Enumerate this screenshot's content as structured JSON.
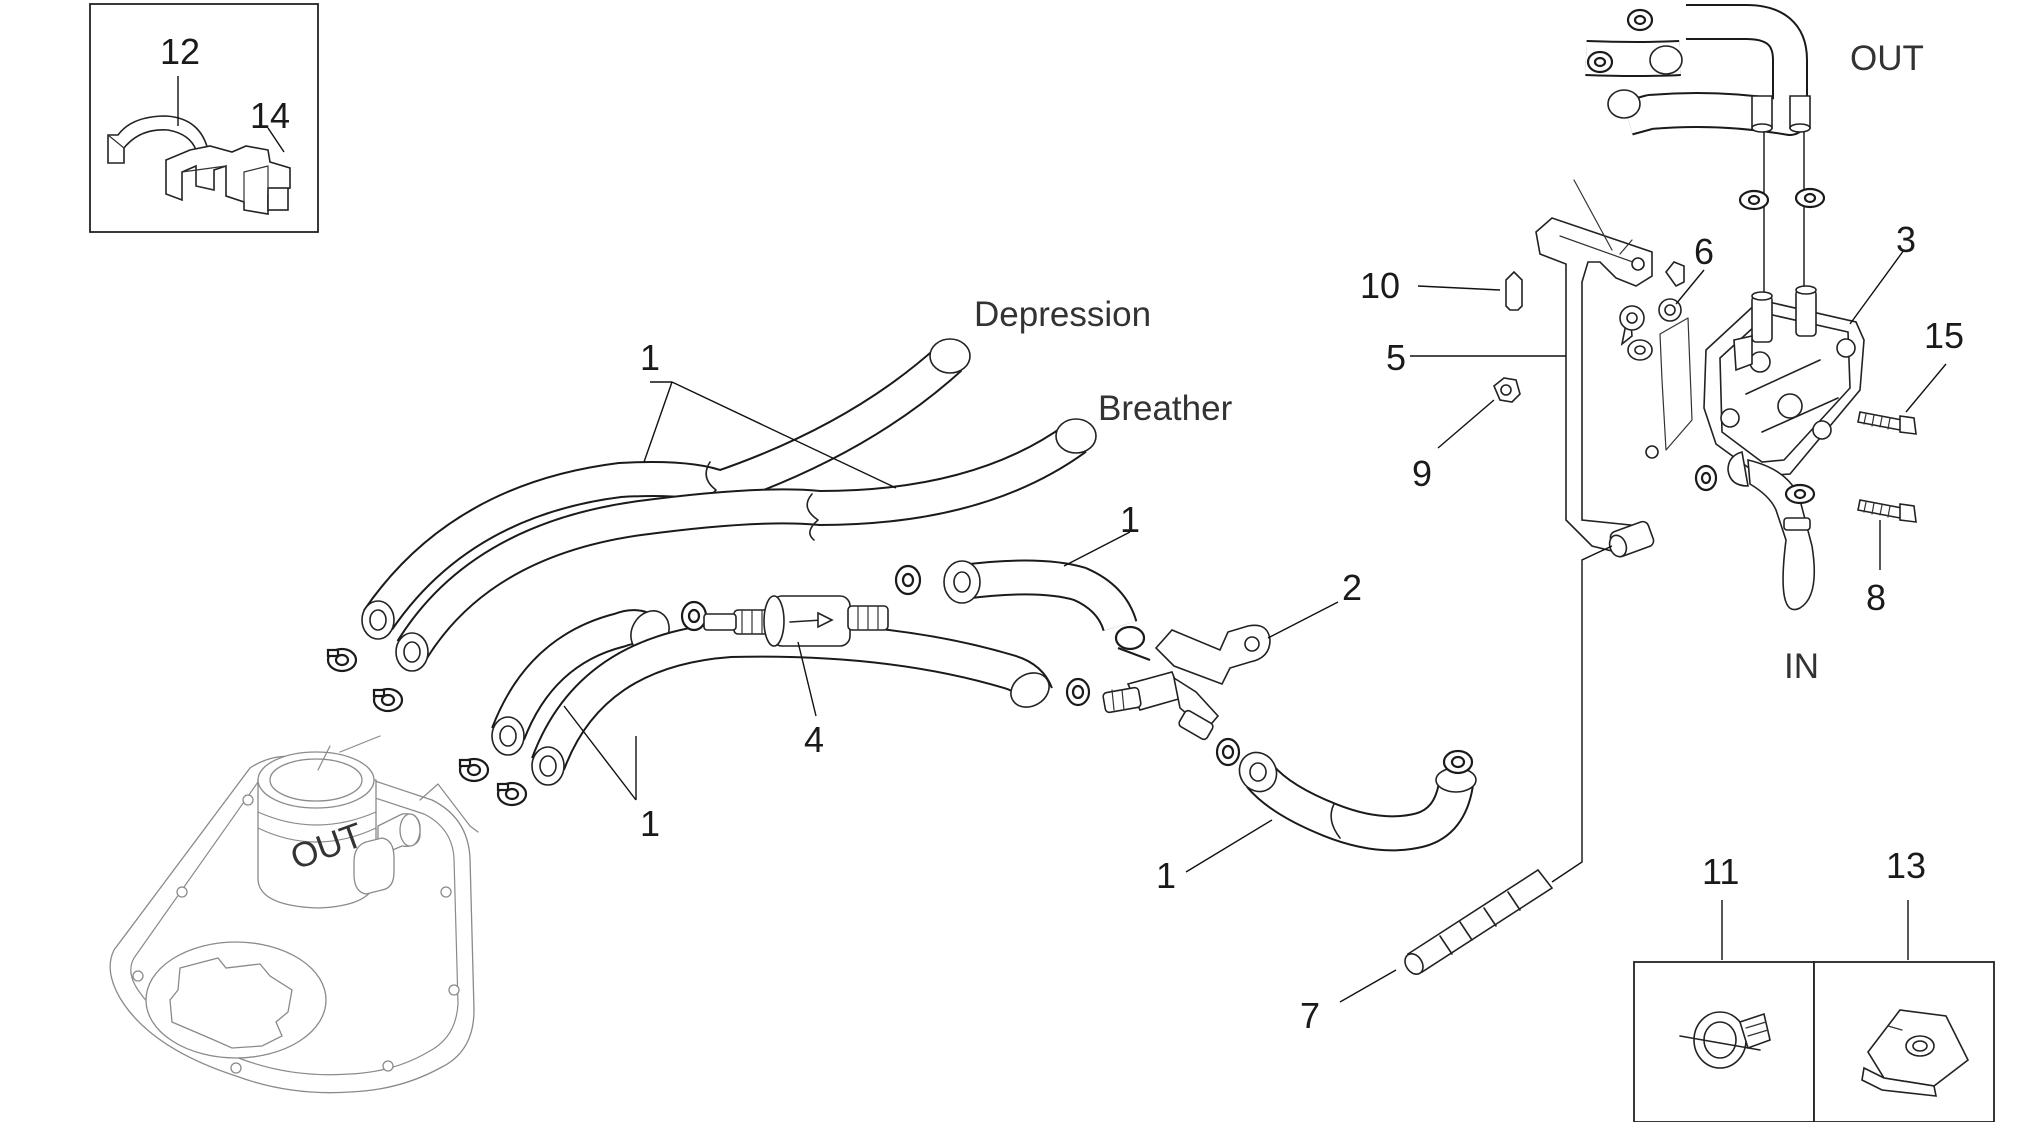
{
  "labels": {
    "depression": "Depression",
    "breather": "Breather",
    "out": "OUT",
    "in": "IN",
    "stamp_out": "OUT"
  },
  "callouts": {
    "c12": "12",
    "c14": "14",
    "c1a": "1",
    "c1b": "1",
    "c1c": "1",
    "c1d": "1",
    "c2": "2",
    "c3": "3",
    "c4": "4",
    "c5": "5",
    "c6": "6",
    "c7": "7",
    "c8": "8",
    "c9": "9",
    "c10": "10",
    "c11": "11",
    "c13": "13",
    "c15": "15"
  }
}
